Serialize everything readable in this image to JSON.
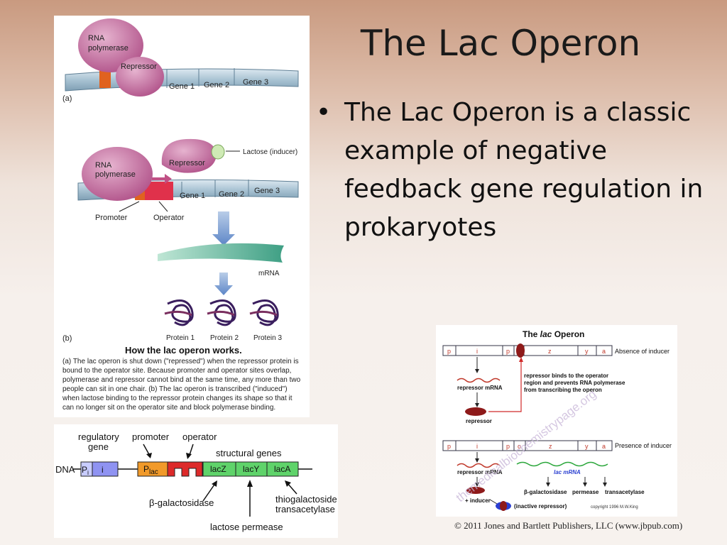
{
  "slide": {
    "title": "The Lac Operon",
    "bullet": "The Lac Operon is a classic example of negative feedback gene regulation in prokaryotes",
    "copyright": "© 2011 Jones and Bartlett Publishers, LLC (www.jbpub.com)"
  },
  "figure_top": {
    "panel_a": {
      "label": "(a)",
      "rna_polymerase": "RNA polymerase",
      "repressor": "Repressor",
      "genes": [
        "Gene 1",
        "Gene 2",
        "Gene 3"
      ]
    },
    "panel_b": {
      "label": "(b)",
      "rna_polymerase": "RNA polymerase",
      "repressor": "Repressor",
      "lactose": "Lactose (inducer)",
      "genes": [
        "Gene 1",
        "Gene 2",
        "Gene 3"
      ],
      "promoter": "Promoter",
      "operator": "Operator",
      "mrna": "mRNA",
      "proteins": [
        "Protein 1",
        "Protein 2",
        "Protein 3"
      ]
    },
    "caption_title": "How the lac operon works.",
    "caption_body": "(a) The lac operon is shut down (\"repressed\") when the repressor protein is bound to the operator site. Because promoter and operator sites overlap, polymerase and repressor cannot bind at the same time, any more than two people can sit in one chair. (b) The lac operon is transcribed (\"induced\") when lactose binding to the repressor protein changes its shape so that it can no longer sit on the operator site and block polymerase binding."
  },
  "figure_bottom_left": {
    "regulatory_gene": "regulatory gene",
    "promoter": "promoter",
    "operator": "operator",
    "structural_genes": "structural genes",
    "dna": "DNA",
    "pi": "P",
    "pi_sub": "i",
    "i": "i",
    "plac": "P",
    "plac_sub": "lac",
    "lacZ": "lacZ",
    "lacY": "lacY",
    "lacA": "lacA",
    "beta_gal": "β-galactosidase",
    "thio": "thiogalactoside",
    "transacetylase": "transacetylase",
    "permease": "lactose permease"
  },
  "figure_bottom_right": {
    "title": "The lac Operon",
    "top_boxes": [
      "p",
      "i",
      "p",
      "z",
      "y",
      "a"
    ],
    "absence": "Absence of inducer",
    "repressor_mrna": "repressor mRNA",
    "repressor": "repressor",
    "note_line1": "repressor binds to the operator",
    "note_line2": "region and prevents RNA polymerase",
    "note_line3": "from transcribing the operon",
    "bottom_boxes": [
      "p",
      "i",
      "p",
      "o",
      "z",
      "y",
      "a"
    ],
    "presence": "Presence of inducer",
    "repressor_mrna2": "repressor mRNA",
    "lac_mrna": "lac mRNA",
    "beta_gal": "β-galactosidase",
    "permease": "permease",
    "transacetylase": "transacetylase",
    "inducer": "+ inducer",
    "inactive": "(inactive repressor)",
    "copyright": "copyright 1996 M.W.King",
    "watermark": "themedicalbiochemistrypage.org"
  }
}
